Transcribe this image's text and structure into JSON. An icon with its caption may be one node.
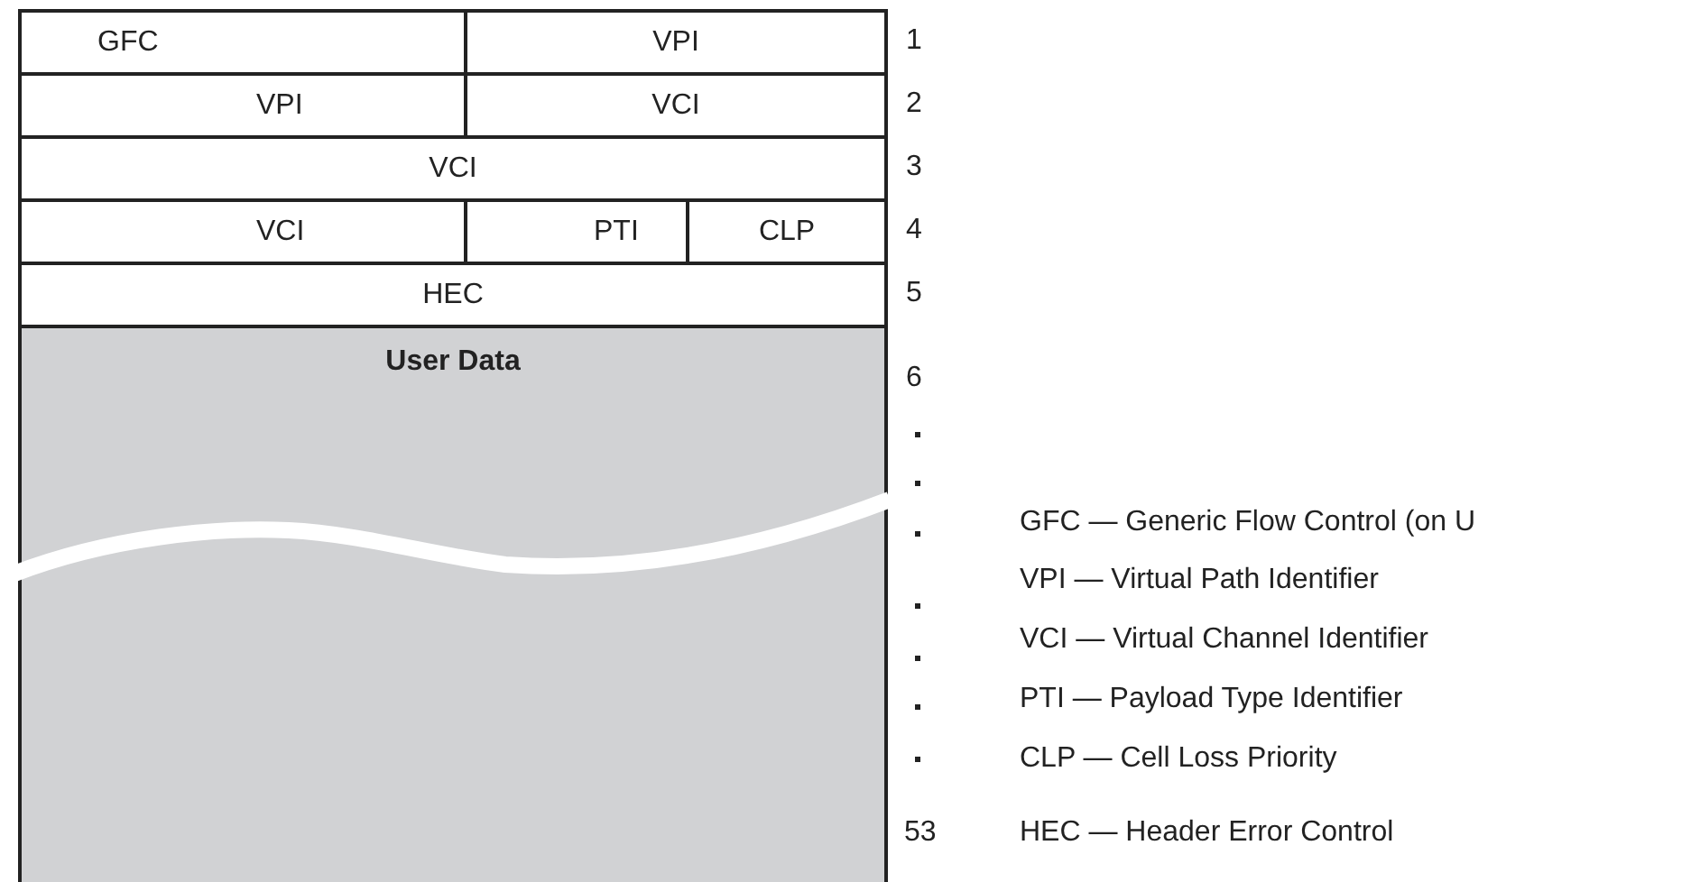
{
  "diagram": {
    "nodes": [
      {
        "text": [
          "GFC"
        ]
      },
      {
        "text": [
          "VPI"
        ]
      },
      {
        "text": [
          "VPI"
        ]
      },
      {
        "text": [
          "VCI"
        ]
      },
      {
        "text": [
          "VCI"
        ]
      },
      {
        "text": [
          "VCI"
        ]
      },
      {
        "text": [
          "PTI"
        ]
      },
      {
        "text": [
          "CLP"
        ]
      },
      {
        "text": [
          "HEC"
        ]
      },
      {
        "text": [
          "User Data"
        ]
      }
    ],
    "labels": [
      "1",
      "2",
      "3",
      "4",
      "5",
      "6",
      "53",
      "GFC — Generic Flow Control (on U",
      "VPI — Virtual Path Identifier",
      "VCI — Virtual Channel Identifier",
      "PTI — Payload Type Identifier",
      "CLP — Cell Loss Priority",
      "HEC — Header Error Control"
    ]
  }
}
